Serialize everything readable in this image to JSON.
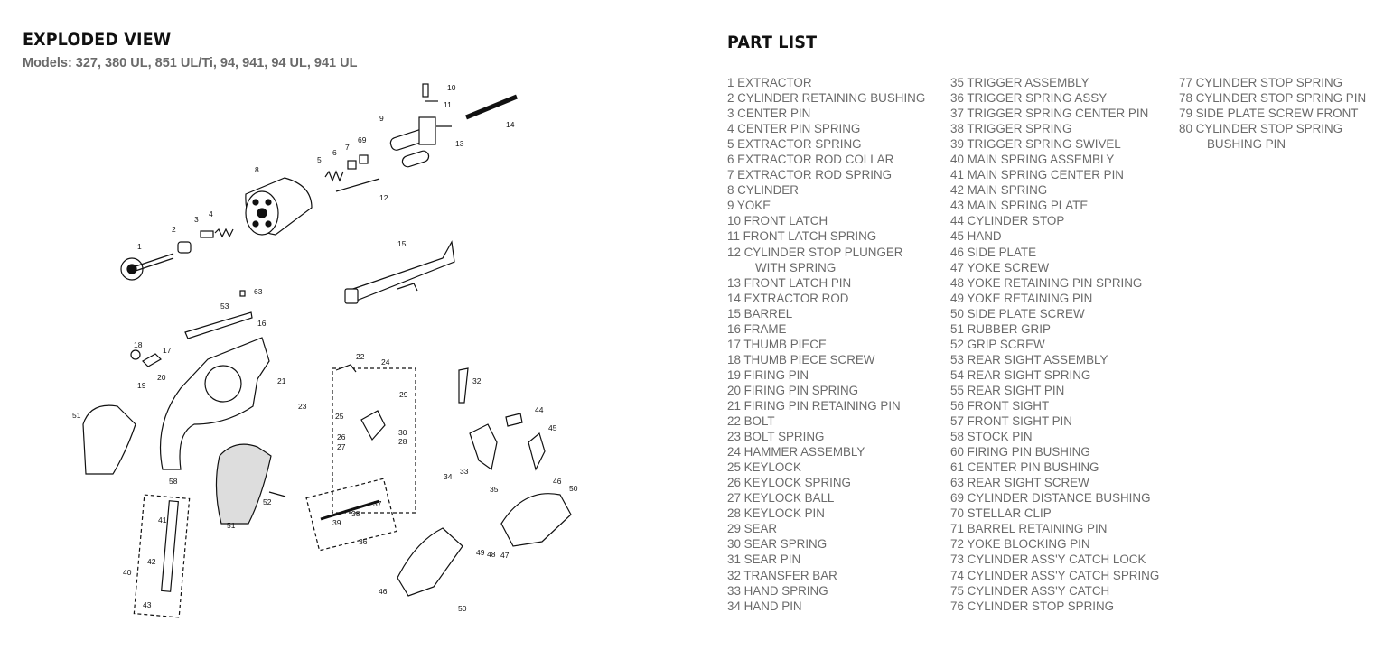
{
  "exploded_view": {
    "title": "EXPLODED VIEW",
    "models": "Models: 327, 380 UL, 851 UL/Ti, 94, 941, 94 UL, 941 UL"
  },
  "part_list": {
    "title": "PART LIST",
    "column1": [
      "1 EXTRACTOR",
      "2 CYLINDER RETAINING BUSHING",
      "3 CENTER PIN",
      "4 CENTER PIN SPRING",
      "5 EXTRACTOR SPRING",
      "6 EXTRACTOR ROD COLLAR",
      "7 EXTRACTOR ROD SPRING",
      "8 CYLINDER",
      "9 YOKE",
      "10 FRONT LATCH",
      "11 FRONT LATCH SPRING",
      "12 CYLINDER STOP PLUNGER",
      "WITH SPRING",
      "13 FRONT LATCH PIN",
      "14 EXTRACTOR ROD",
      "15 BARREL",
      "16 FRAME",
      "17 THUMB PIECE",
      "18 THUMB PIECE SCREW",
      "19 FIRING PIN",
      "20 FIRING PIN SPRING",
      "21 FIRING PIN RETAINING PIN",
      "22 BOLT",
      "23 BOLT SPRING",
      "24 HAMMER ASSEMBLY",
      "25 KEYLOCK",
      "26 KEYLOCK SPRING",
      "27 KEYLOCK BALL",
      "28 KEYLOCK PIN",
      "29 SEAR",
      "30 SEAR SPRING",
      "31 SEAR PIN",
      "32 TRANSFER BAR",
      "33 HAND SPRING",
      "34 HAND PIN"
    ],
    "column2": [
      "35 TRIGGER ASSEMBLY",
      "36 TRIGGER SPRING ASSY",
      "37 TRIGGER SPRING CENTER PIN",
      "38 TRIGGER SPRING",
      "39 TRIGGER SPRING SWIVEL",
      "40 MAIN SPRING ASSEMBLY",
      "41 MAIN SPRING CENTER PIN",
      "42 MAIN SPRING",
      "43 MAIN SPRING PLATE",
      "44 CYLINDER STOP",
      "45 HAND",
      "46 SIDE PLATE",
      "47 YOKE SCREW",
      "48 YOKE RETAINING PIN SPRING",
      "49 YOKE RETAINING PIN",
      "50 SIDE PLATE SCREW",
      "51 RUBBER GRIP",
      "52 GRIP SCREW",
      "53 REAR SIGHT ASSEMBLY",
      "54 REAR SIGHT SPRING",
      "55 REAR SIGHT PIN",
      "56 FRONT SIGHT",
      "57 FRONT SIGHT PIN",
      "58 STOCK PIN",
      "60 FIRING PIN BUSHING",
      "61 CENTER PIN BUSHING",
      "63 REAR SIGHT SCREW",
      "69 CYLINDER DISTANCE BUSHING",
      "70 STELLAR CLIP",
      "71 BARREL RETAINING PIN",
      "72 YOKE BLOCKING PIN",
      "73 CYLINDER ASS'Y CATCH LOCK",
      "74 CYLINDER ASS'Y CATCH SPRING",
      "75 CYLINDER ASS'Y CATCH",
      "76 CYLINDER STOP SPRING"
    ],
    "column3": [
      "77 CYLINDER STOP SPRING",
      "78 CYLINDER STOP SPRING PIN",
      "79 SIDE PLATE SCREW FRONT",
      "80 CYLINDER STOP SPRING",
      "BUSHING PIN"
    ]
  },
  "diagram": {
    "callouts": [
      "1",
      "2",
      "3",
      "4",
      "5",
      "6",
      "7",
      "8",
      "9",
      "10",
      "11",
      "12",
      "13",
      "14",
      "15",
      "16",
      "17",
      "18",
      "19",
      "20",
      "21",
      "22",
      "23",
      "24",
      "25",
      "26",
      "27",
      "28",
      "29",
      "30",
      "32",
      "33",
      "34",
      "35",
      "36",
      "37",
      "38",
      "39",
      "40",
      "41",
      "42",
      "43",
      "44",
      "45",
      "46",
      "46",
      "47",
      "48",
      "49",
      "50",
      "50",
      "51",
      "51",
      "52",
      "53",
      "58",
      "63",
      "69"
    ]
  }
}
